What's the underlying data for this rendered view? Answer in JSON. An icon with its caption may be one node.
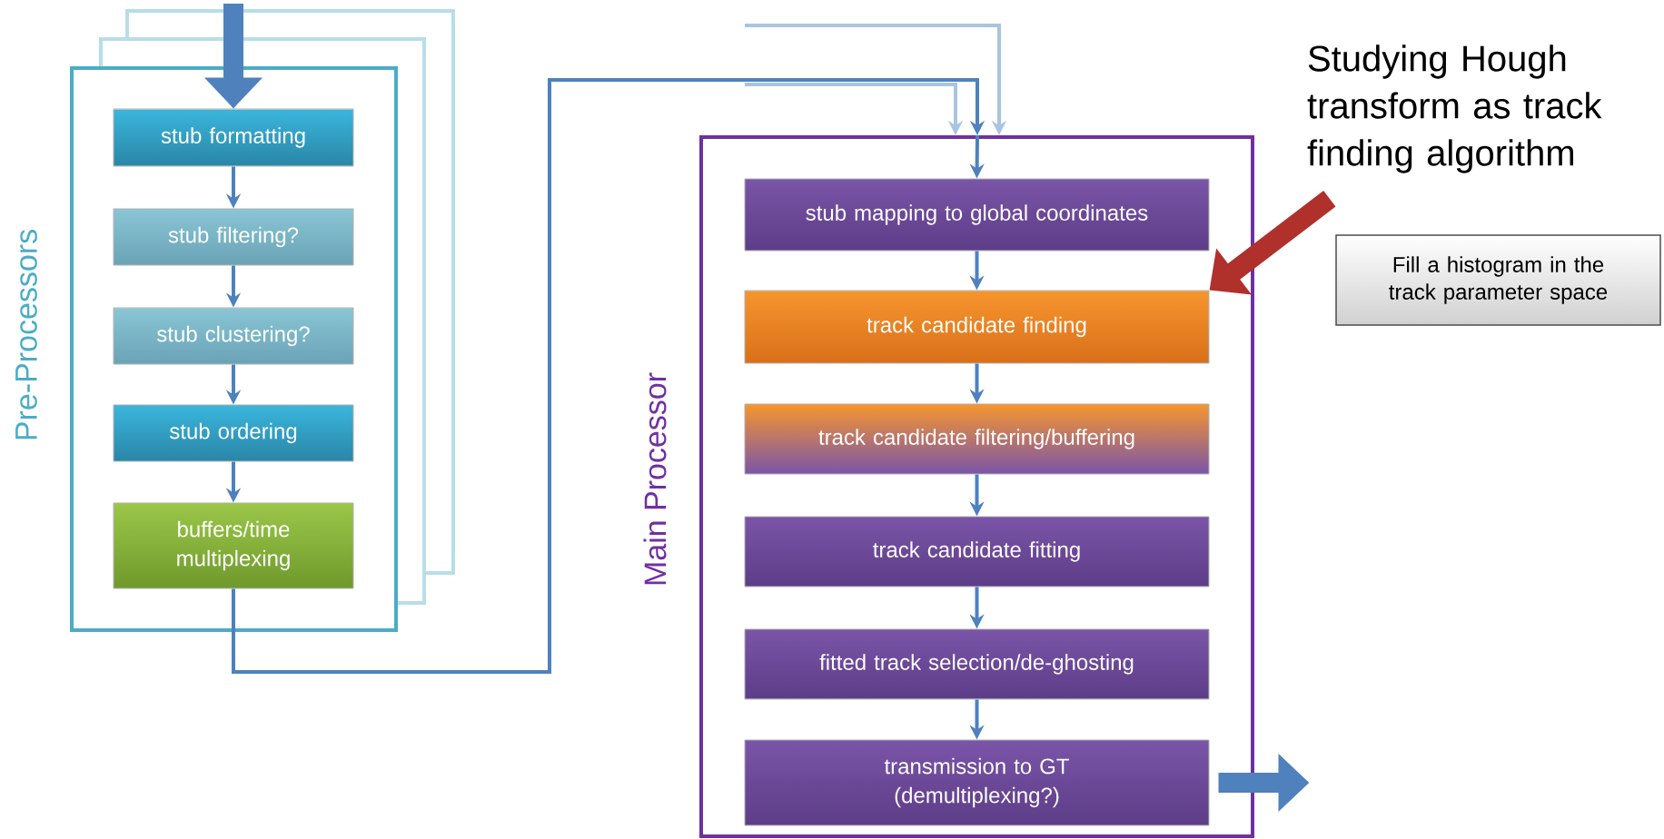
{
  "diagram": {
    "nodes": [
      {
        "text": [
          "Pre-Processors"
        ]
      },
      {
        "text": [
          "stub formatting"
        ],
        "in": 0
      },
      {
        "text": [
          "stub filtering?"
        ],
        "in": 0
      },
      {
        "text": [
          "stub clustering?"
        ],
        "in": 0
      },
      {
        "text": [
          "stub ordering"
        ],
        "in": 0
      },
      {
        "text": [
          "buffers/time multiplexing"
        ],
        "in": 0
      },
      {
        "text": [
          "Main Processor"
        ]
      },
      {
        "text": [
          "stub mapping to global coordinates"
        ],
        "in": 6
      },
      {
        "text": [
          "track candidate finding"
        ],
        "in": 6
      },
      {
        "text": [
          "track candidate filtering/buffering"
        ],
        "in": 6
      },
      {
        "text": [
          "track candidate fitting"
        ],
        "in": 6
      },
      {
        "text": [
          "fitted track selection/de-ghosting"
        ],
        "in": 6
      },
      {
        "text": [
          "transmission to GT (demultiplexing?)"
        ],
        "in": 6
      },
      {
        "text": [
          "Fill a histogram in the track parameter space"
        ]
      },
      {
        "text": [
          "Studying Hough transform as track finding algorithm"
        ]
      }
    ],
    "edges": [
      {
        "from": null,
        "to": 1,
        "arrow": "to",
        "style": "thick"
      },
      {
        "from": 1,
        "to": 2,
        "arrow": "to"
      },
      {
        "from": 2,
        "to": 3,
        "arrow": "to"
      },
      {
        "from": 3,
        "to": 4,
        "arrow": "to"
      },
      {
        "from": 4,
        "to": 5,
        "arrow": "to"
      },
      {
        "from": 5,
        "to": 6,
        "arrow": "to"
      },
      {
        "from": 6,
        "to": 7,
        "arrow": "to"
      },
      {
        "from": null,
        "to": 6,
        "arrow": "to",
        "color": "#a9c4de"
      },
      {
        "from": null,
        "to": 6,
        "arrow": "to",
        "color": "#a9c4de"
      },
      {
        "from": 7,
        "to": 8,
        "arrow": "to"
      },
      {
        "from": 8,
        "to": 9,
        "arrow": "to"
      },
      {
        "from": 9,
        "to": 10,
        "arrow": "to"
      },
      {
        "from": 10,
        "to": 11,
        "arrow": "to"
      },
      {
        "from": 11,
        "to": 12,
        "arrow": "to"
      },
      {
        "from": 12,
        "to": null,
        "arrow": "to",
        "style": "thick"
      },
      {
        "from": 14,
        "to": 8,
        "arrow": "to",
        "style": "thick",
        "color": "#b0302c"
      }
    ]
  }
}
